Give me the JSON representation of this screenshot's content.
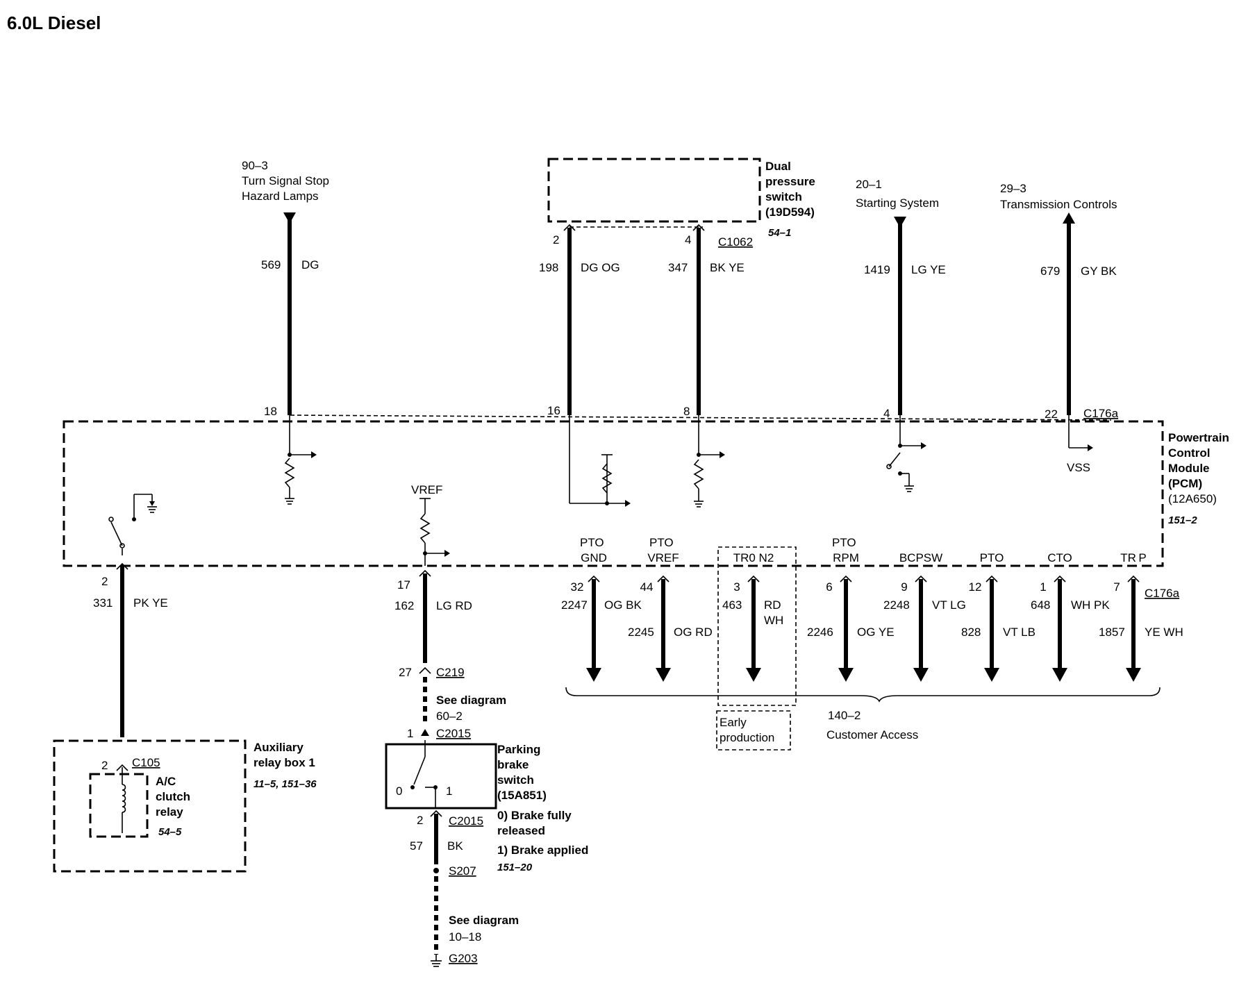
{
  "title": "6.0L Diesel",
  "top_refs": {
    "turn_signal": {
      "ref": "90–3",
      "line1": "Turn Signal Stop",
      "line2": "Hazard Lamps"
    },
    "starting": {
      "ref": "20–1",
      "label": "Starting System"
    },
    "transmission": {
      "ref": "29–3",
      "label": "Transmission Controls"
    }
  },
  "dual_pressure_switch": {
    "line1": "Dual",
    "line2": "pressure",
    "line3": "switch",
    "line4": "(19D594)",
    "ref": "54–1",
    "connector": "C1062",
    "pin_a": "2",
    "pin_b": "4"
  },
  "upper_wires": [
    {
      "circuit": "569",
      "color": "DG",
      "pin": "18"
    },
    {
      "circuit": "198",
      "color": "DG OG",
      "pin": "16"
    },
    {
      "circuit": "347",
      "color": "BK YE",
      "pin": "8"
    },
    {
      "circuit": "1419",
      "color": "LG YE",
      "pin": "4"
    },
    {
      "circuit": "679",
      "color": "GY BK",
      "pin": "22"
    }
  ],
  "pcm": {
    "connector": "C176a",
    "line1": "Powertrain",
    "line2": "Control",
    "line3": "Module",
    "line4": "(PCM)",
    "line5": "(12A650)",
    "ref": "151–2",
    "vss": "VSS",
    "vref": "VREF"
  },
  "bottom_wires": [
    {
      "label1": "PTO",
      "label2": "GND",
      "pin": "32",
      "circuit": "2247",
      "color": "OG BK"
    },
    {
      "label1": "PTO",
      "label2": "VREF",
      "pin": "44",
      "circuit": "2245",
      "color": "OG RD"
    },
    {
      "label1": "",
      "label2": "TR0  N2",
      "pin": "3",
      "circuit": "463",
      "color": "RD",
      "color2": "WH"
    },
    {
      "label1": "PTO",
      "label2": "RPM",
      "pin": "6",
      "circuit": "2246",
      "color": "OG YE"
    },
    {
      "label1": "",
      "label2": "BCPSW",
      "pin": "9",
      "circuit": "2248",
      "color": "VT LG"
    },
    {
      "label1": "",
      "label2": "PTO",
      "pin": "12",
      "circuit": "828",
      "color": "VT LB"
    },
    {
      "label1": "",
      "label2": "CTO",
      "pin": "1",
      "circuit": "648",
      "color": "WH PK"
    },
    {
      "label1": "",
      "label2": "TR P",
      "pin": "7",
      "circuit": "1857",
      "color": "YE WH"
    }
  ],
  "bottom_connector": "C176a",
  "customer_access": {
    "ref": "140–2",
    "label": "Customer Access"
  },
  "early_production": {
    "line1": "Early",
    "line2": "production"
  },
  "left_circuit": {
    "pin": "2",
    "circuit": "331",
    "color": "PK YE"
  },
  "relay_box": {
    "line1": "Auxiliary",
    "line2": "relay box 1",
    "ref": "11–5, 151–36",
    "connector": "C105",
    "pin": "2",
    "relay1": "A/C",
    "relay2": "clutch",
    "relay3": "relay",
    "relay_ref": "54–5"
  },
  "mid_circuit": {
    "pin": "17",
    "circuit": "162",
    "color": "LG RD",
    "c219_pin": "27",
    "c219": "C219",
    "see1": "See diagram",
    "see1_ref": "60–2",
    "c2015_pin_top": "1",
    "c2015": "C2015",
    "c2015_pin_bot": "2",
    "bk_circuit": "57",
    "bk_color": "BK",
    "s207": "S207",
    "see2": "See diagram",
    "see2_ref": "10–18",
    "g203": "G203"
  },
  "parking_brake": {
    "line1": "Parking",
    "line2": "brake",
    "line3": "switch",
    "line4": "(15A851)",
    "pos0": "0",
    "pos1": "1",
    "state0a": "0) Brake fully",
    "state0b": "released",
    "state1": "1) Brake applied",
    "ref": "151–20"
  }
}
